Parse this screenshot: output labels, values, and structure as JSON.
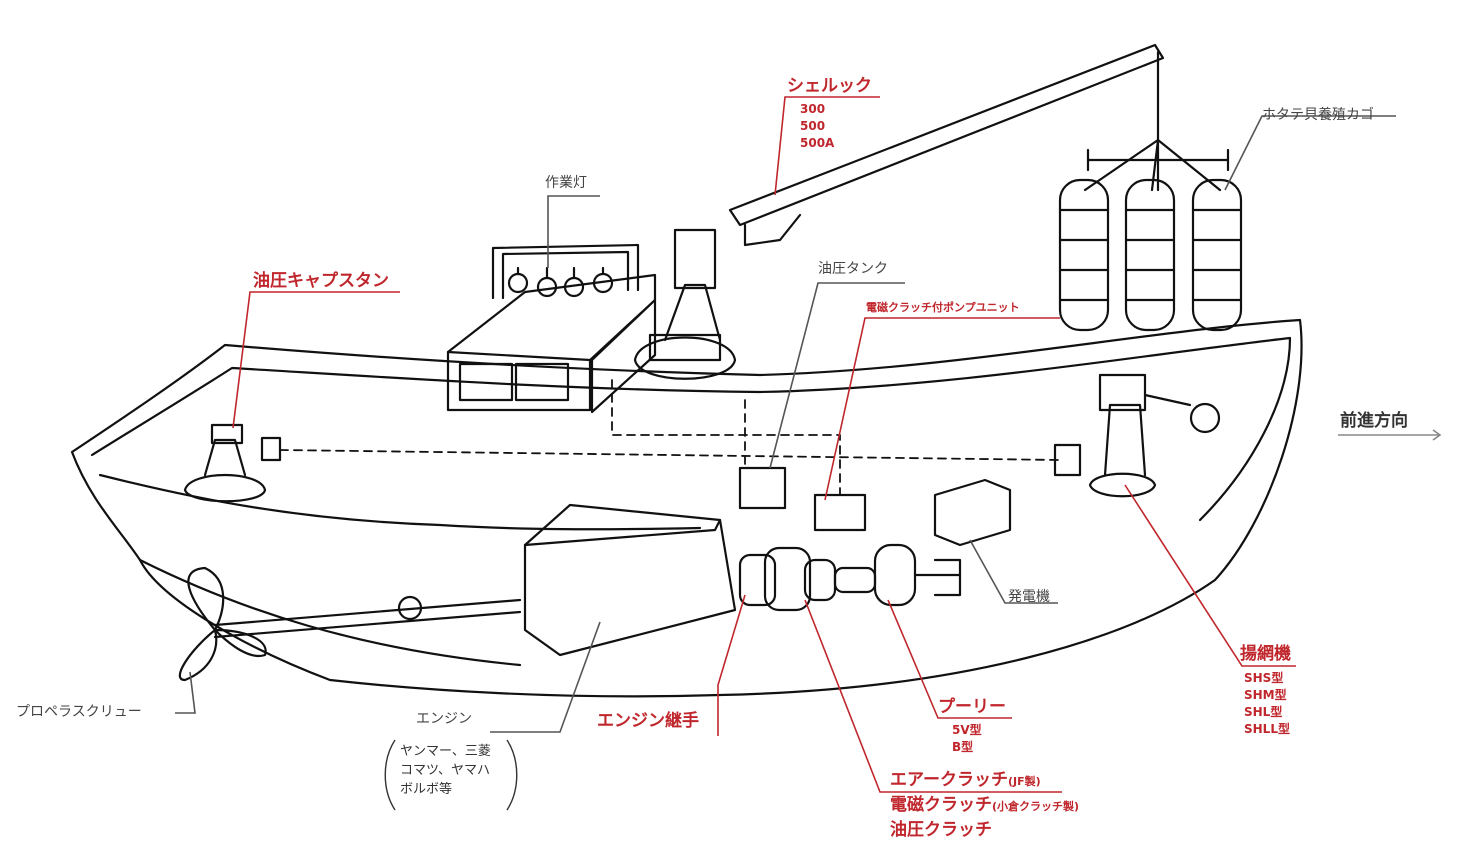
{
  "colors": {
    "accent": "#c0272d",
    "line": "#111111",
    "leader_gray": "#555555"
  },
  "labels": {
    "shellock": "シェルック",
    "shellock_models": [
      "300",
      "500",
      "500A"
    ],
    "scallop_cage": "ホタテ貝養殖カゴ",
    "work_light": "作業灯",
    "hydraulic_capstan": "油圧キャプスタン",
    "hydraulic_tank": "油圧タンク",
    "pump_unit": "電磁クラッチ付ポンプユニット",
    "direction": "前進方向",
    "generator": "発電機",
    "net_hauler": "揚網機",
    "net_hauler_models": [
      "SHS型",
      "SHM型",
      "SHL型",
      "SHLL型"
    ],
    "pulley": "プーリー",
    "pulley_models": [
      "5V型",
      "B型"
    ],
    "engine_coupling": "エンジン継手",
    "engine": "エンジン",
    "engine_makers": [
      "ヤンマー、三菱",
      "コマツ、ヤマハ",
      "ボルボ等"
    ],
    "propeller": "プロペラスクリュー",
    "air_clutch": "エアークラッチ",
    "air_clutch_maker": "(JF製)",
    "em_clutch": "電磁クラッチ",
    "em_clutch_maker": "(小倉クラッチ製)",
    "hyd_clutch": "油圧クラッチ"
  }
}
